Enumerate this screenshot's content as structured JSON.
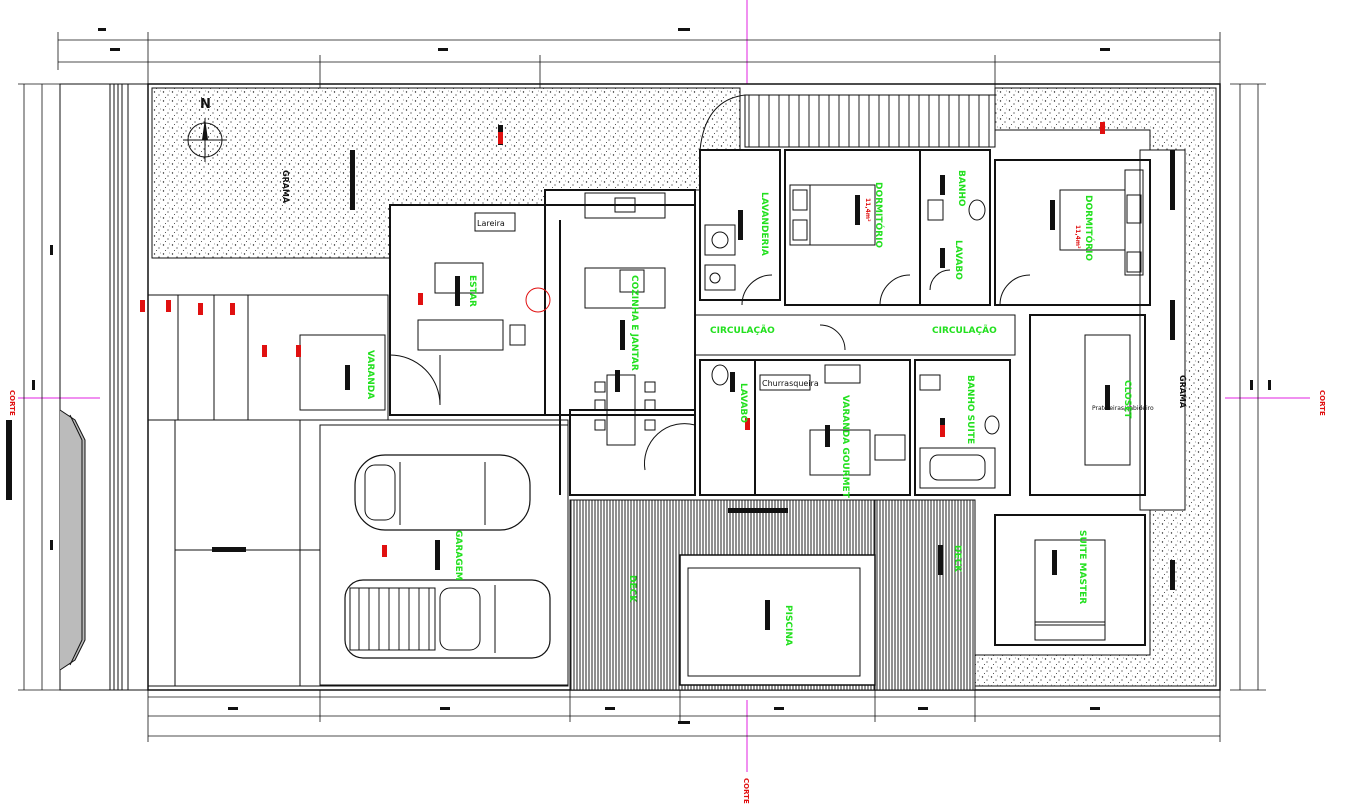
{
  "plan": {
    "north_label": "N",
    "rooms": [
      {
        "key": "lavanderia",
        "label": "LAVANDERIA",
        "note": ""
      },
      {
        "key": "dormitorio1",
        "label": "DORMITÓRIO",
        "note": "11,4m²"
      },
      {
        "key": "banho",
        "label": "BANHO",
        "note": ""
      },
      {
        "key": "dormitorio2",
        "label": "DORMITÓRIO",
        "note": "11,4m²"
      },
      {
        "key": "lavabo_top",
        "label": "LAVABO",
        "note": ""
      },
      {
        "key": "estar",
        "label": "ESTAR",
        "note": ""
      },
      {
        "key": "cozinha",
        "label": "COZINHA E JANTAR",
        "note": ""
      },
      {
        "key": "varanda",
        "label": "VARANDA",
        "note": ""
      },
      {
        "key": "circ1",
        "label": "CIRCULAÇÃO",
        "note": ""
      },
      {
        "key": "circ2",
        "label": "CIRCULAÇÃO",
        "note": ""
      },
      {
        "key": "lavabo",
        "label": "LAVABO",
        "note": ""
      },
      {
        "key": "varanda_gourmet",
        "label": "VARANDA GOURMET",
        "note": ""
      },
      {
        "key": "banho_suite",
        "label": "BANHO SUITE",
        "note": ""
      },
      {
        "key": "closet",
        "label": "CLOSET",
        "note": ""
      },
      {
        "key": "suite_master",
        "label": "SUITE MASTER",
        "note": ""
      },
      {
        "key": "deck",
        "label": "DECK",
        "note": ""
      },
      {
        "key": "piscina",
        "label": "PISCINA",
        "note": ""
      },
      {
        "key": "garagem",
        "label": "GARAGEM",
        "note": ""
      },
      {
        "key": "grama_top",
        "label": "GRAMA",
        "note": ""
      },
      {
        "key": "grama_right",
        "label": "GRAMA",
        "note": ""
      }
    ],
    "fixtures": {
      "lareira": "Lareira",
      "churrasqueira": "Churrasqueira",
      "closet_note": "Prateleiras/cabideiro"
    },
    "section_marks": [
      "CORTE",
      "CORTE",
      "CORTE"
    ]
  }
}
